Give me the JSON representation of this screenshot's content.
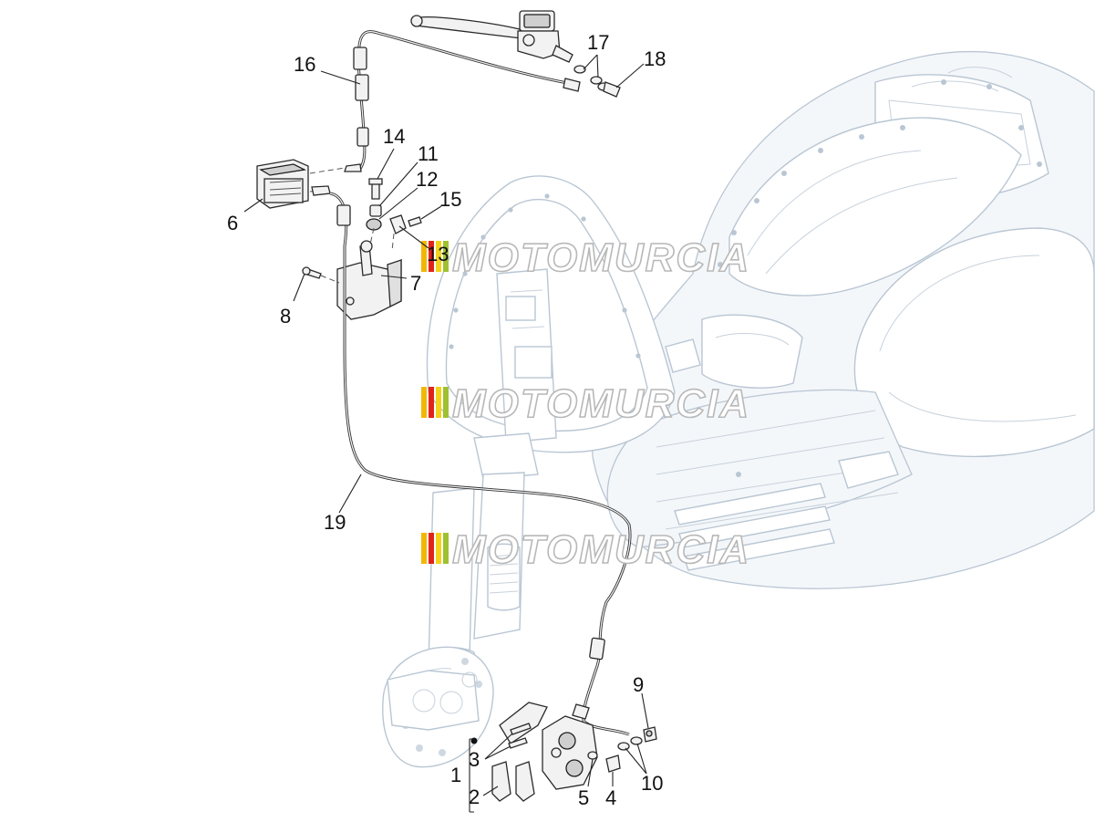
{
  "callouts": {
    "c1": "1",
    "c2": "2",
    "c3": "3",
    "c4": "4",
    "c5": "5",
    "c6": "6",
    "c7": "7",
    "c8": "8",
    "c9": "9",
    "c10": "10",
    "c11": "11",
    "c12": "12",
    "c13": "13",
    "c14": "14",
    "c15": "15",
    "c16": "16",
    "c17": "17",
    "c18": "18",
    "c19": "19"
  },
  "watermark": {
    "text": "MOTOMURCIA",
    "stripe_colors": [
      "#f2b705",
      "#e2231a",
      "#f2d21b",
      "#9fc131"
    ]
  }
}
